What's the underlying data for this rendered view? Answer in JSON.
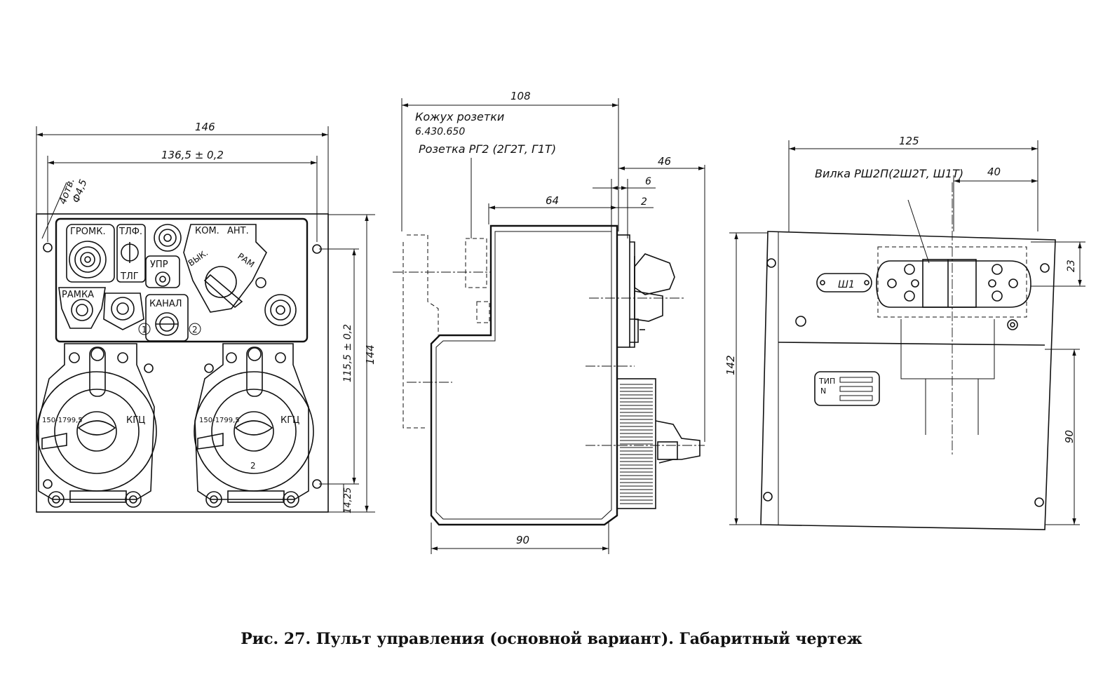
{
  "caption": "Рис. 27. Пульт управления (основной вариант). Габаритный чертеж",
  "front_view": {
    "dims": {
      "width_total": "146",
      "width_holes": "136,5 ± 0,2",
      "height_total": "144",
      "height_holes": "115,5 ± 0,2",
      "bottom_offset": "14,25",
      "holes": "4отв.",
      "hole_dia": "Ф4,5"
    },
    "labels": {
      "gromk": "ГРОМК.",
      "tlf": "ТЛФ.",
      "tlg": "ТЛГ",
      "upr": "УПР",
      "kanal": "КАНАЛ",
      "ramka": "РАМКА",
      "kom": "КОМ.",
      "ant": "АНТ.",
      "vyk": "ВЫК.",
      "ram": "РАМ",
      "freq_range_1": "150-1799,5",
      "freq_range_2": "150-1799,5",
      "kgc_1": "КГЦ",
      "kgc_2": "КГЦ",
      "num_1": "1",
      "num_2": "2"
    }
  },
  "side_view": {
    "dims": {
      "length_total": "108",
      "front_depth": "46",
      "d6": "6",
      "d2": "2",
      "d64": "64",
      "d90": "90"
    },
    "labels": {
      "cover": "Кожух розетки",
      "cover_part": "6.430.650",
      "socket": "Розетка РГ2 (2Г2Т, Г1Т)"
    }
  },
  "rear_view": {
    "dims": {
      "width": "125",
      "offset_40": "40",
      "height": "142",
      "d23": "23",
      "d90": "90"
    },
    "labels": {
      "plug": "Вилка РШ2П(2Ш2Т, Ш1Т)",
      "sh1": "Ш1",
      "plate_type": "ТИП",
      "plate_num": "N"
    }
  }
}
